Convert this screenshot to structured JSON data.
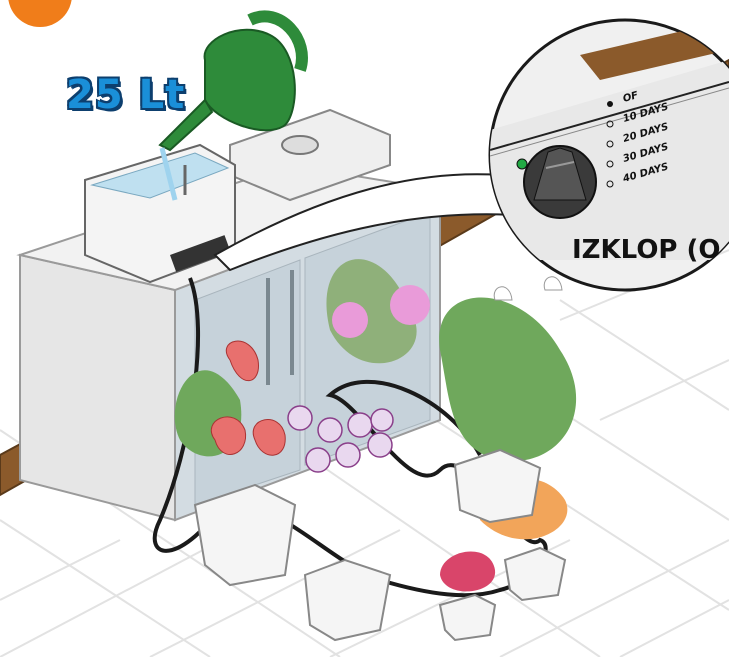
{
  "capacity_label": "25 Lt",
  "dial": {
    "options": [
      "OF",
      "10 DAYS",
      "20 DAYS",
      "30 DAYS",
      "40 DAYS"
    ],
    "selected": "OF",
    "caption": "IZKLOP (O"
  },
  "colors": {
    "water_blue": "#1a8fd8",
    "watering_can_green": "#2e8b3a",
    "shelf_brown": "#8b5a2b",
    "badge_orange": "#f07d1a",
    "indicator_green": "#22aa44"
  }
}
